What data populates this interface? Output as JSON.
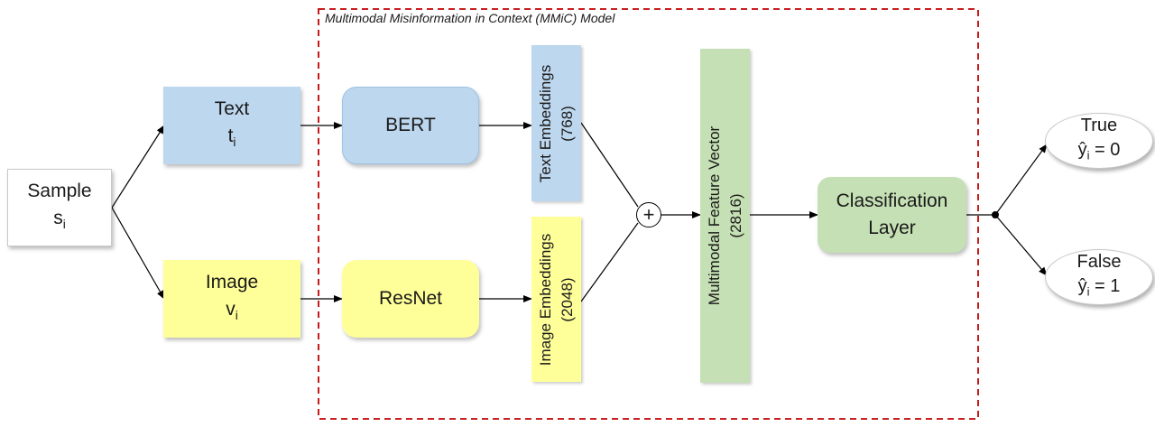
{
  "frame_title": "Multimodal Misinformation in Context (MMiC) Model",
  "sample": {
    "label": "Sample",
    "symbol": "s",
    "sub": "i"
  },
  "text_input": {
    "label": "Text",
    "symbol": "t",
    "sub": "i"
  },
  "image_input": {
    "label": "Image",
    "symbol": "v",
    "sub": "i"
  },
  "bert": {
    "label": "BERT"
  },
  "resnet": {
    "label": "ResNet"
  },
  "text_embeddings": {
    "label": "Text Embeddings",
    "dim": "(768)"
  },
  "image_embeddings": {
    "label": "Image Embeddings",
    "dim": "(2048)"
  },
  "concat_symbol": "+",
  "feature_vector": {
    "label": "Multimodal Feature Vector",
    "dim": "(2816)"
  },
  "classification": {
    "line1": "Classification",
    "line2": "Layer"
  },
  "output_true": {
    "label": "True",
    "symbol": "ŷ",
    "sub": "i",
    "value": " = 0"
  },
  "output_false": {
    "label": "False",
    "symbol": "ŷ",
    "sub": "i",
    "value": " = 1"
  },
  "colors": {
    "text_blue": "#bdd7ee",
    "image_yellow": "#ffff99",
    "feature_green": "#c5e0b4",
    "frame_red": "#c00000"
  }
}
